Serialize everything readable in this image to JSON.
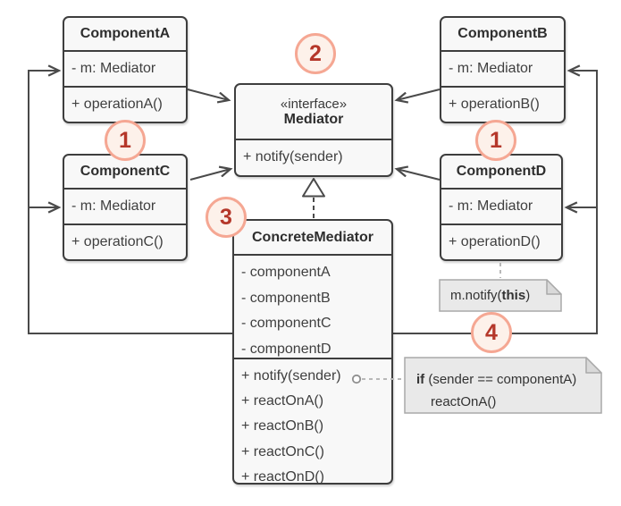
{
  "diagram_type": "uml-class-diagram (Mediator design pattern)",
  "classes": {
    "componentA": {
      "name": "ComponentA",
      "members": [
        "- m: Mediator",
        "+ operationA()"
      ]
    },
    "componentB": {
      "name": "ComponentB",
      "members": [
        "- m: Mediator",
        "+ operationB()"
      ]
    },
    "componentC": {
      "name": "ComponentC",
      "members": [
        "- m: Mediator",
        "+ operationC()"
      ]
    },
    "componentD": {
      "name": "ComponentD",
      "members": [
        "- m: Mediator",
        "+ operationD()"
      ]
    },
    "mediator": {
      "stereotype": "«interface»",
      "name": "Mediator",
      "members": [
        "+ notify(sender)"
      ]
    },
    "concreteMediator": {
      "name": "ConcreteMediator",
      "fields": [
        "- componentA",
        "- componentB",
        "- componentC",
        "- componentD"
      ],
      "methods": [
        "+ notify(sender)",
        "+ reactOnA()",
        "+ reactOnB()",
        "+ reactOnC()",
        "+ reactOnD()"
      ]
    }
  },
  "notes": {
    "note1": {
      "prefix": "m.notify(",
      "bold": "this",
      "suffix": ")"
    },
    "note2": {
      "line1_bold": "if",
      "line1_rest": " (sender == componentA)",
      "line2": "reactOnA()"
    }
  },
  "badges": {
    "b1_left": "1",
    "b1_right": "1",
    "b2": "2",
    "b3": "3",
    "b4": "4"
  },
  "colors": {
    "background": "#ffffff",
    "box_fill": "#f8f8f8",
    "box_border": "#3e3e3e",
    "line": "#4a4a4a",
    "dashed_note_line": "#b8b8b8",
    "note_fill": "#e9e9e9",
    "note_fold": "#d9d9d9",
    "note_border": "#a9a9a9",
    "badge_fill": "#fdf1ea",
    "badge_ring": "#f5a793",
    "badge_text": "#b5372a",
    "text": "#3a3a3a"
  }
}
